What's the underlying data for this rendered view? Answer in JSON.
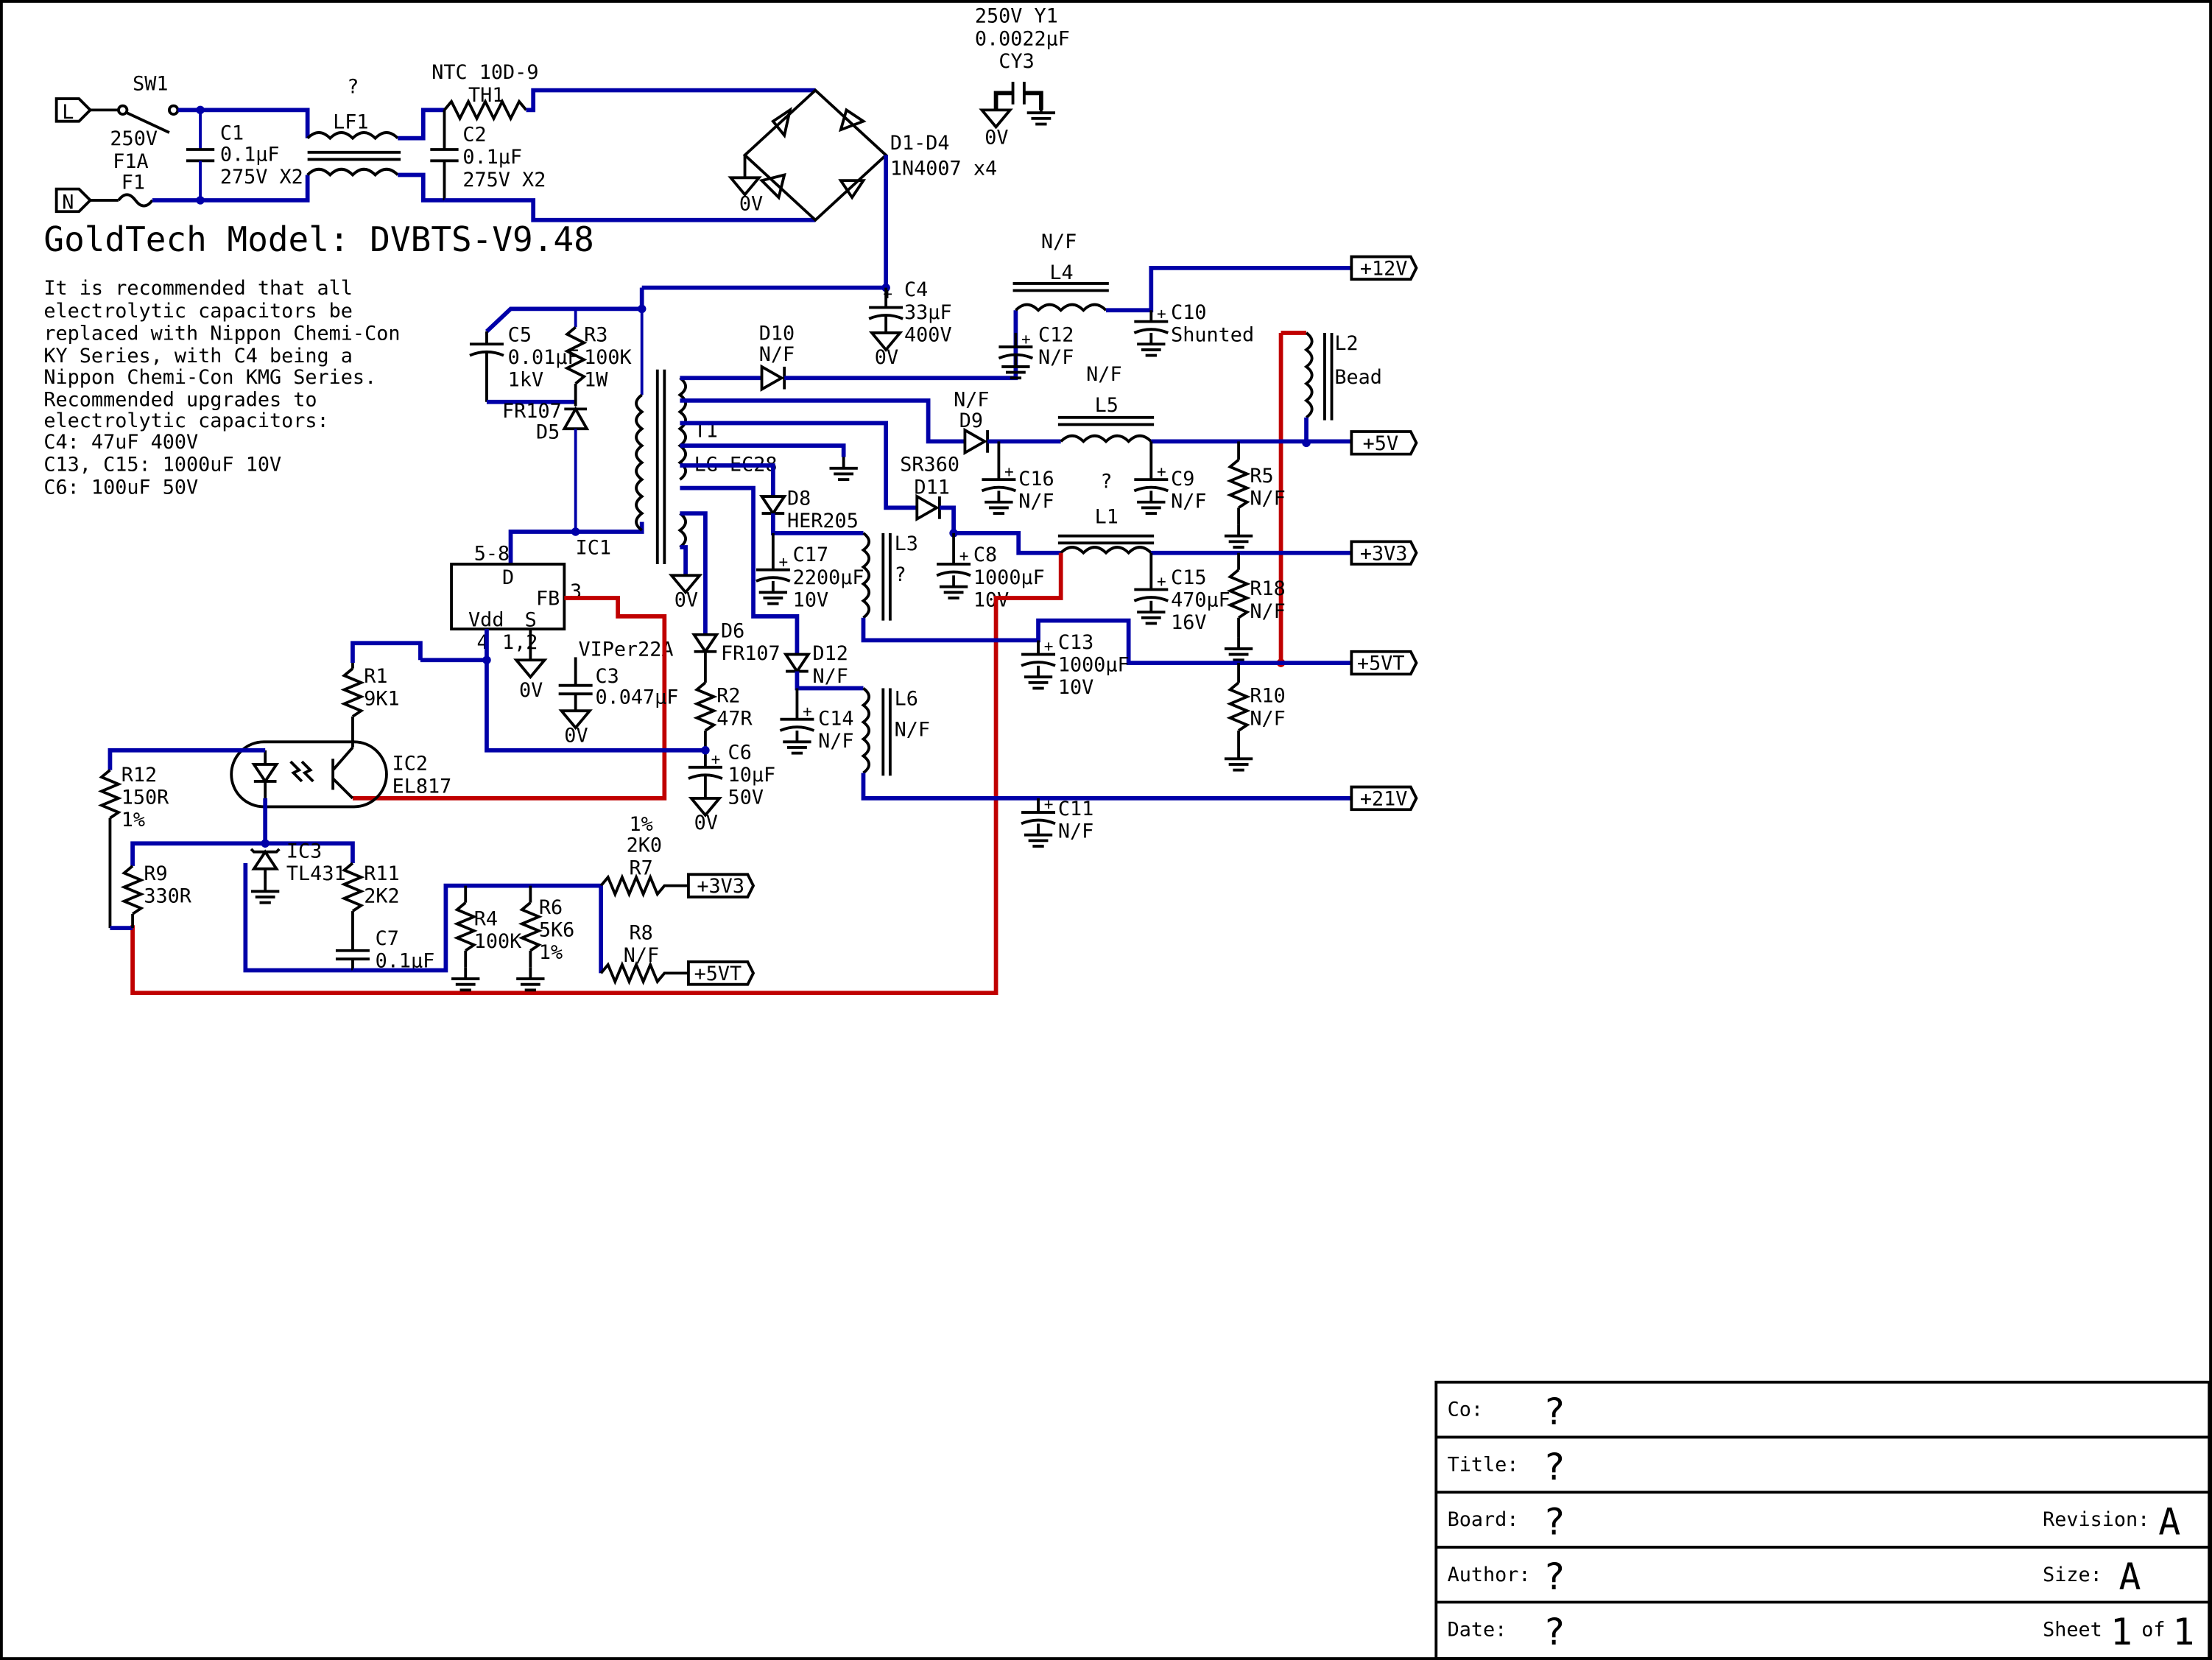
{
  "notes": {
    "model": "GoldTech Model: DVBTS-V9.48",
    "recommendation": [
      "It is recommended that all",
      "electrolytic capacitors be",
      "replaced with Nippon Chemi-Con",
      "KY Series, with C4 being a",
      "Nippon Chemi-Con KMG Series.",
      "Recommended upgrades to",
      "electrolytic capacitors:",
      "C4: 47uF 400V",
      "C13, C15: 1000uF 10V",
      "C6: 100uF 50V"
    ]
  },
  "ports": {
    "line": "L",
    "neutral": "N",
    "out_12v": "+12V",
    "out_5v": "+5V",
    "out_3v3": "+3V3",
    "out_5vt": "+5VT",
    "out_21v": "+21V",
    "fb_3v3": "+3V3",
    "fb_5vt": "+5VT"
  },
  "labels": {
    "sw1": "SW1",
    "f1_rating": "250V",
    "f1_value": "F1A",
    "f1": "F1",
    "c1": "C1",
    "c1_val": "0.1µF",
    "c1_rating": "275V X2",
    "lf1": "LF1",
    "lf1_q": "?",
    "th1_type": "NTC 10D-9",
    "th1": "TH1",
    "c2": "C2",
    "c2_val": "0.1µF",
    "c2_rating": "275V X2",
    "cy3_rating": "250V Y1",
    "cy3_val": "0.0022µF",
    "cy3": "CY3",
    "gnd_0v": "0V",
    "d1d4": "D1-D4",
    "d1d4_val": "1N4007 x4",
    "c4": "C4",
    "c4_val": "33µF",
    "c4_v": "400V",
    "c5": "C5",
    "c5_val": "0.01µF",
    "c5_v": "1kV",
    "r3": "R3",
    "r3_val": "100K",
    "r3_w": "1W",
    "d5_type": "FR107",
    "d5": "D5",
    "d10": "D10",
    "d10_val": "N/F",
    "t1": "T1",
    "t1_val": "LG-EC28",
    "l4_nf": "N/F",
    "l4": "L4",
    "c10": "C10",
    "c10_val": "Shunted",
    "c12": "C12",
    "c12_val": "N/F",
    "l4_nf2": "N/F",
    "l2": "L2",
    "l2_val": "Bead",
    "d9_nf": "N/F",
    "d9": "D9",
    "l5": "L5",
    "c16": "C16",
    "c16_val": "N/F",
    "q_mark": "?",
    "c9": "C9",
    "c9_val": "N/F",
    "r5": "R5",
    "r5_val": "N/F",
    "d11_type": "SR360",
    "d11": "D11",
    "d8": "D8",
    "d8_val": "HER205",
    "c17": "C17",
    "c17_val": "2200µF",
    "c17_v": "10V",
    "l3": "L3",
    "l3_q": "?",
    "c8": "C8",
    "c8_val": "1000µF",
    "c8_v": "10V",
    "l1": "L1",
    "c15": "C15",
    "c15_val": "470µF",
    "c15_v": "16V",
    "r18": "R18",
    "r18_val": "N/F",
    "ic1_pin_d": "5-8",
    "ic1": "IC1",
    "ic1_d": "D",
    "ic1_fb": "FB",
    "ic1_vdd": "Vdd",
    "ic1_s": "S",
    "ic1_pin3": "3",
    "ic1_pin4": "4",
    "ic1_pin12": "1,2",
    "ic1_val": "VIPer22A",
    "c3": "C3",
    "c3_val": "0.047µF",
    "d6": "D6",
    "d6_val": "FR107",
    "d12": "D12",
    "d12_val": "N/F",
    "c13": "C13",
    "c13_val": "1000µF",
    "c13_v": "10V",
    "r10": "R10",
    "r10_val": "N/F",
    "r1": "R1",
    "r1_val": "9K1",
    "r2": "R2",
    "r2_val": "47R",
    "c14": "C14",
    "c14_val": "N/F",
    "l6": "L6",
    "l6_val": "N/F",
    "ic2": "IC2",
    "ic2_val": "EL817",
    "c6": "C6",
    "c6_val": "10µF",
    "c6_v": "50V",
    "c11": "C11",
    "c11_val": "N/F",
    "r12": "R12",
    "r12_val": "150R",
    "r12_tol": "1%",
    "r9": "R9",
    "r9_val": "330R",
    "ic3": "IC3",
    "ic3_val": "TL431",
    "r11": "R11",
    "r11_val": "2K2",
    "c7": "C7",
    "c7_val": "0.1µF",
    "r4": "R4",
    "r4_val": "100K",
    "r6": "R6",
    "r6_val": "5K6",
    "r6_tol": "1%",
    "r7_tol": "1%",
    "r7_val": "2K0",
    "r7": "R7",
    "r8": "R8",
    "r8_val": "N/F"
  },
  "titleblock": {
    "co_label": "Co:",
    "co_value": "?",
    "title_label": "Title:",
    "title_value": "?",
    "board_label": "Board:",
    "board_value": "?",
    "revision_label": "Revision:",
    "revision_value": "A",
    "author_label": "Author:",
    "author_value": "?",
    "size_label": "Size:",
    "size_value": "A",
    "date_label": "Date:",
    "date_value": "?",
    "sheet_label": "Sheet",
    "sheet_value": "1",
    "of_label": "of",
    "of_value": "1"
  }
}
